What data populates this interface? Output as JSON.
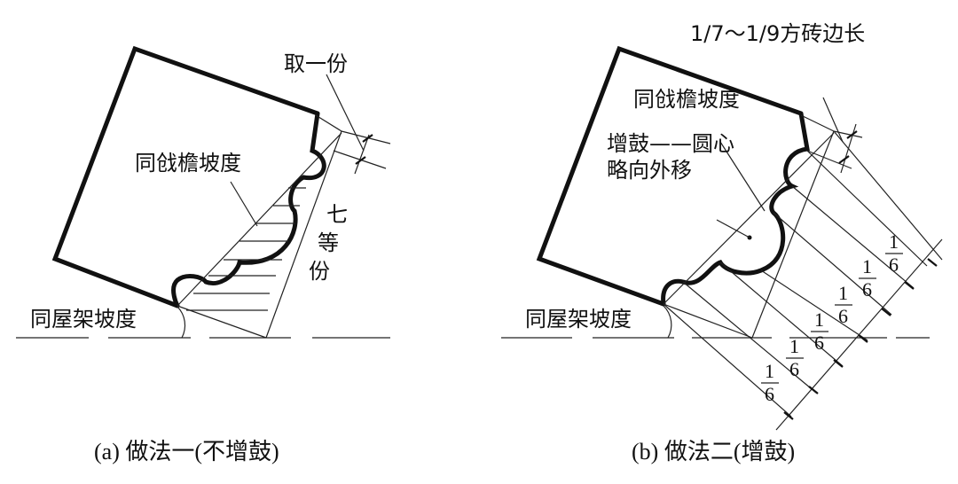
{
  "diagram_a": {
    "label_take_one": "取一份",
    "label_rafter_slope": "同戗檐坡度",
    "label_seven": "七",
    "label_equal": "等",
    "label_parts": "份",
    "label_roof_slope": "同屋架坡度",
    "caption": "(a) 做法一(不增鼓)"
  },
  "diagram_b": {
    "label_range": "1/7～1/9方砖边长",
    "label_rafter_slope": "同戗檐坡度",
    "label_drum": "增鼓——圆心",
    "label_shift": "略向外移",
    "fraction_num": "1",
    "fraction_den": "6",
    "label_roof_slope": "同屋架坡度",
    "caption": "(b) 做法二(增鼓)"
  }
}
